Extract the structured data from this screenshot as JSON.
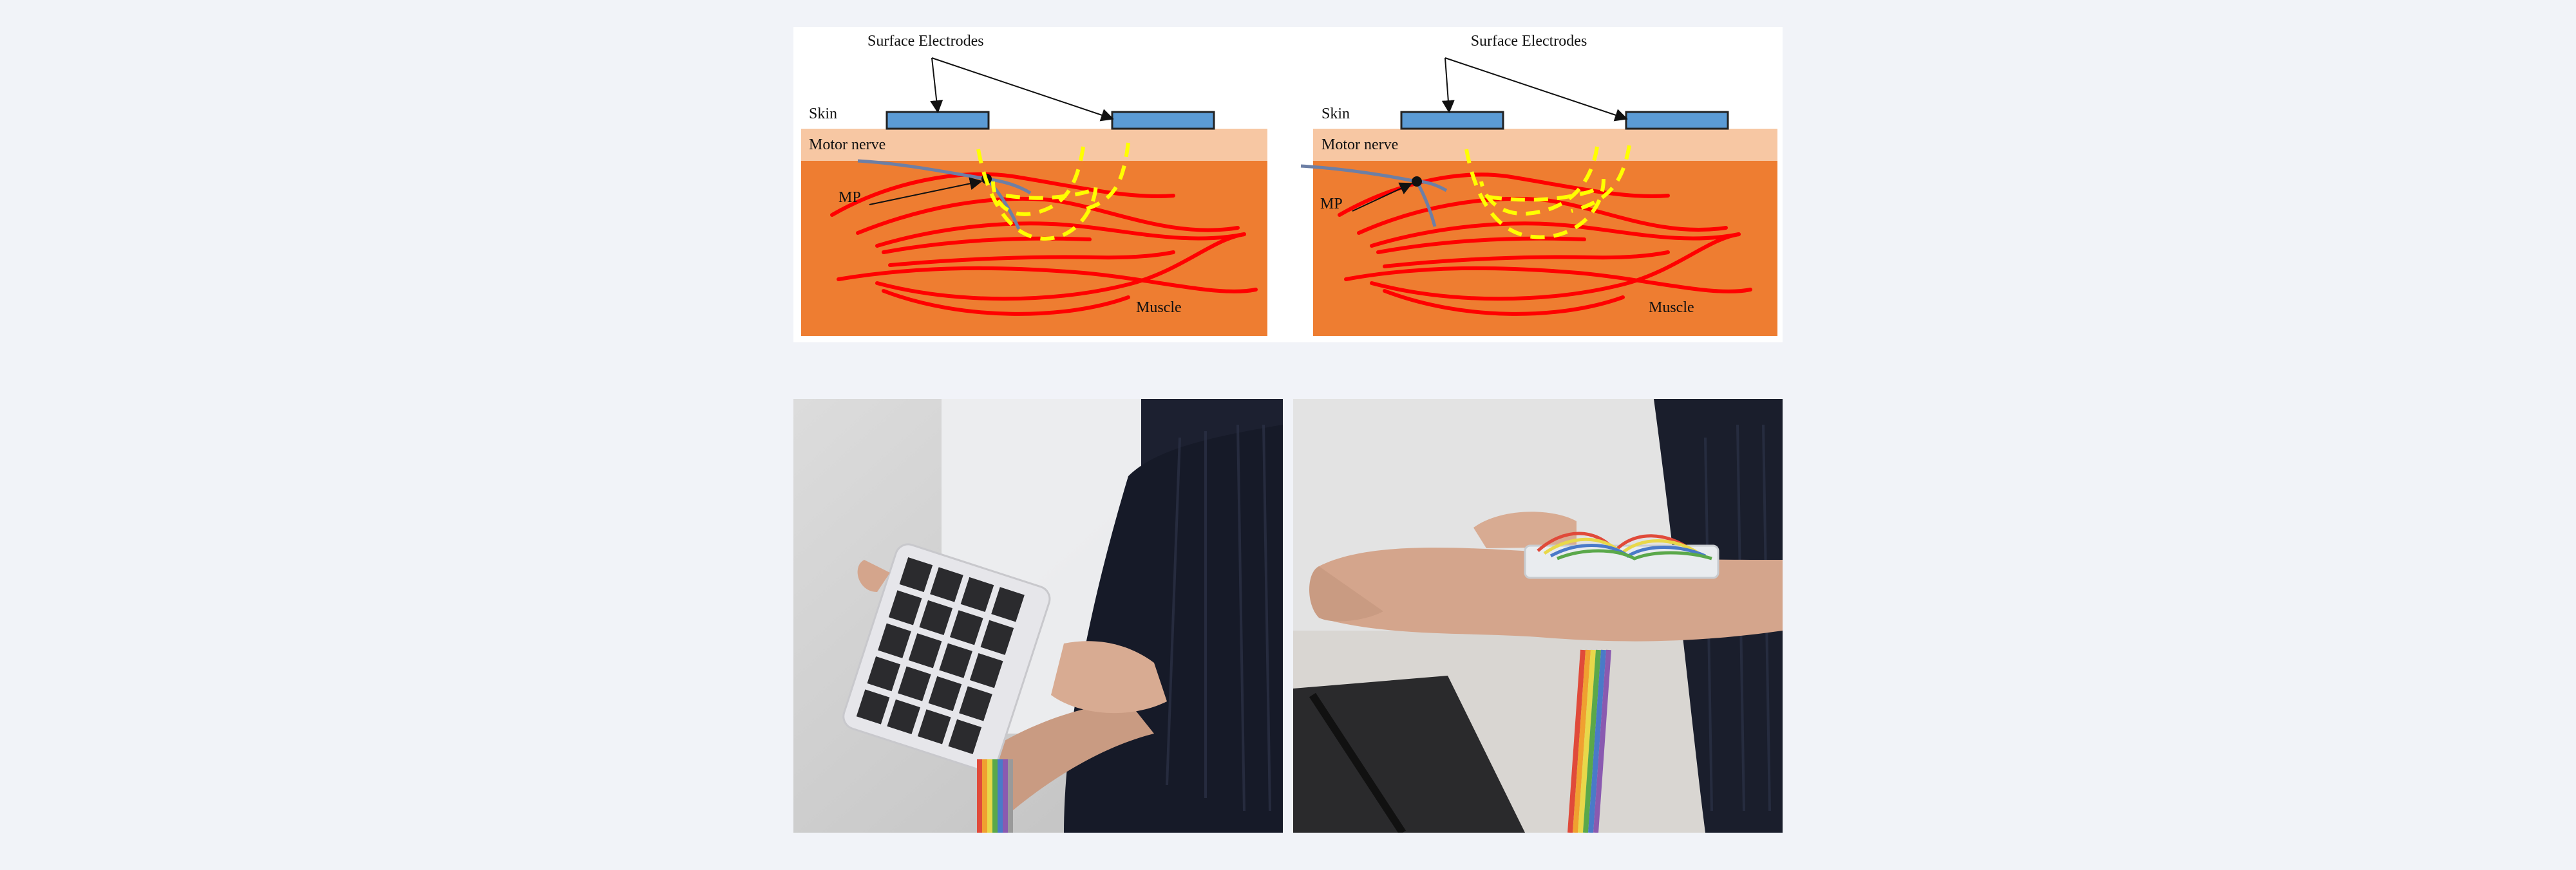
{
  "diagrams": [
    {
      "labels": {
        "electrodes": "Surface Electrodes",
        "skin": "Skin",
        "nerve": "Motor nerve",
        "mp": "MP",
        "muscle": "Muscle"
      }
    },
    {
      "labels": {
        "electrodes": "Surface Electrodes",
        "skin": "Skin",
        "nerve": "Motor nerve",
        "mp": "MP",
        "muscle": "Muscle"
      }
    }
  ],
  "colors": {
    "skin": "#f7c7a3",
    "muscle": "#ee7d31",
    "fiber": "#ff0000",
    "electrode": "#5b9bd5",
    "nerve": "#6d7fa5",
    "field": "#ffff00"
  }
}
